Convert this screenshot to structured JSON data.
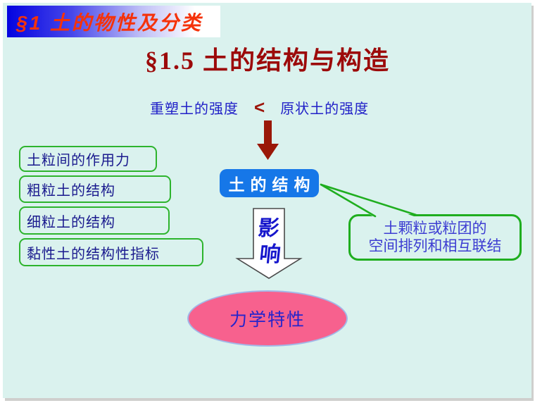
{
  "slide": {
    "background_color": "#daf2ee",
    "banner": {
      "text": "§1 土的物性及分类",
      "text_color": "#f5320a",
      "gradient_from": "#0404e0",
      "gradient_to": "#ffffff"
    },
    "title": {
      "text": "§1.5 土的结构与构造",
      "color": "#9c0a0a"
    },
    "premise": {
      "left_text": "重塑土的强度",
      "operator": "<",
      "right_text": "原状土的强度",
      "text_color": "#2121c8",
      "operator_color": "#9c1408"
    },
    "topic_boxes": {
      "border_color": "#2db42d",
      "text_color": "#1a1a8e",
      "items": [
        {
          "label": "土粒间的作用力"
        },
        {
          "label": "粗粒土的结构"
        },
        {
          "label": "细粒土的结构"
        },
        {
          "label": "黏性土的结构性指标"
        }
      ]
    },
    "structure_node": {
      "text": "土的结构",
      "fill_color": "#1677e8",
      "text_color": "#ffffff"
    },
    "cause_arrow": {
      "color": "#9a1808",
      "direction": "down"
    },
    "influence_arrow": {
      "char_top": "影",
      "char_bottom": "响",
      "text_color": "#1616cc",
      "fill_color": "#ffffff",
      "outline_color": "#4a4a4a",
      "direction": "down"
    },
    "definition_callout": {
      "line1": "土颗粒或粒团的",
      "line2": "空间排列和相互联结",
      "border_color": "#1fae1f",
      "text_color": "#3d3dd2"
    },
    "result_ellipse": {
      "text": "力学特性",
      "fill_color": "#f7618e",
      "border_color": "#a2b8e8",
      "text_color": "#2424cc"
    }
  }
}
